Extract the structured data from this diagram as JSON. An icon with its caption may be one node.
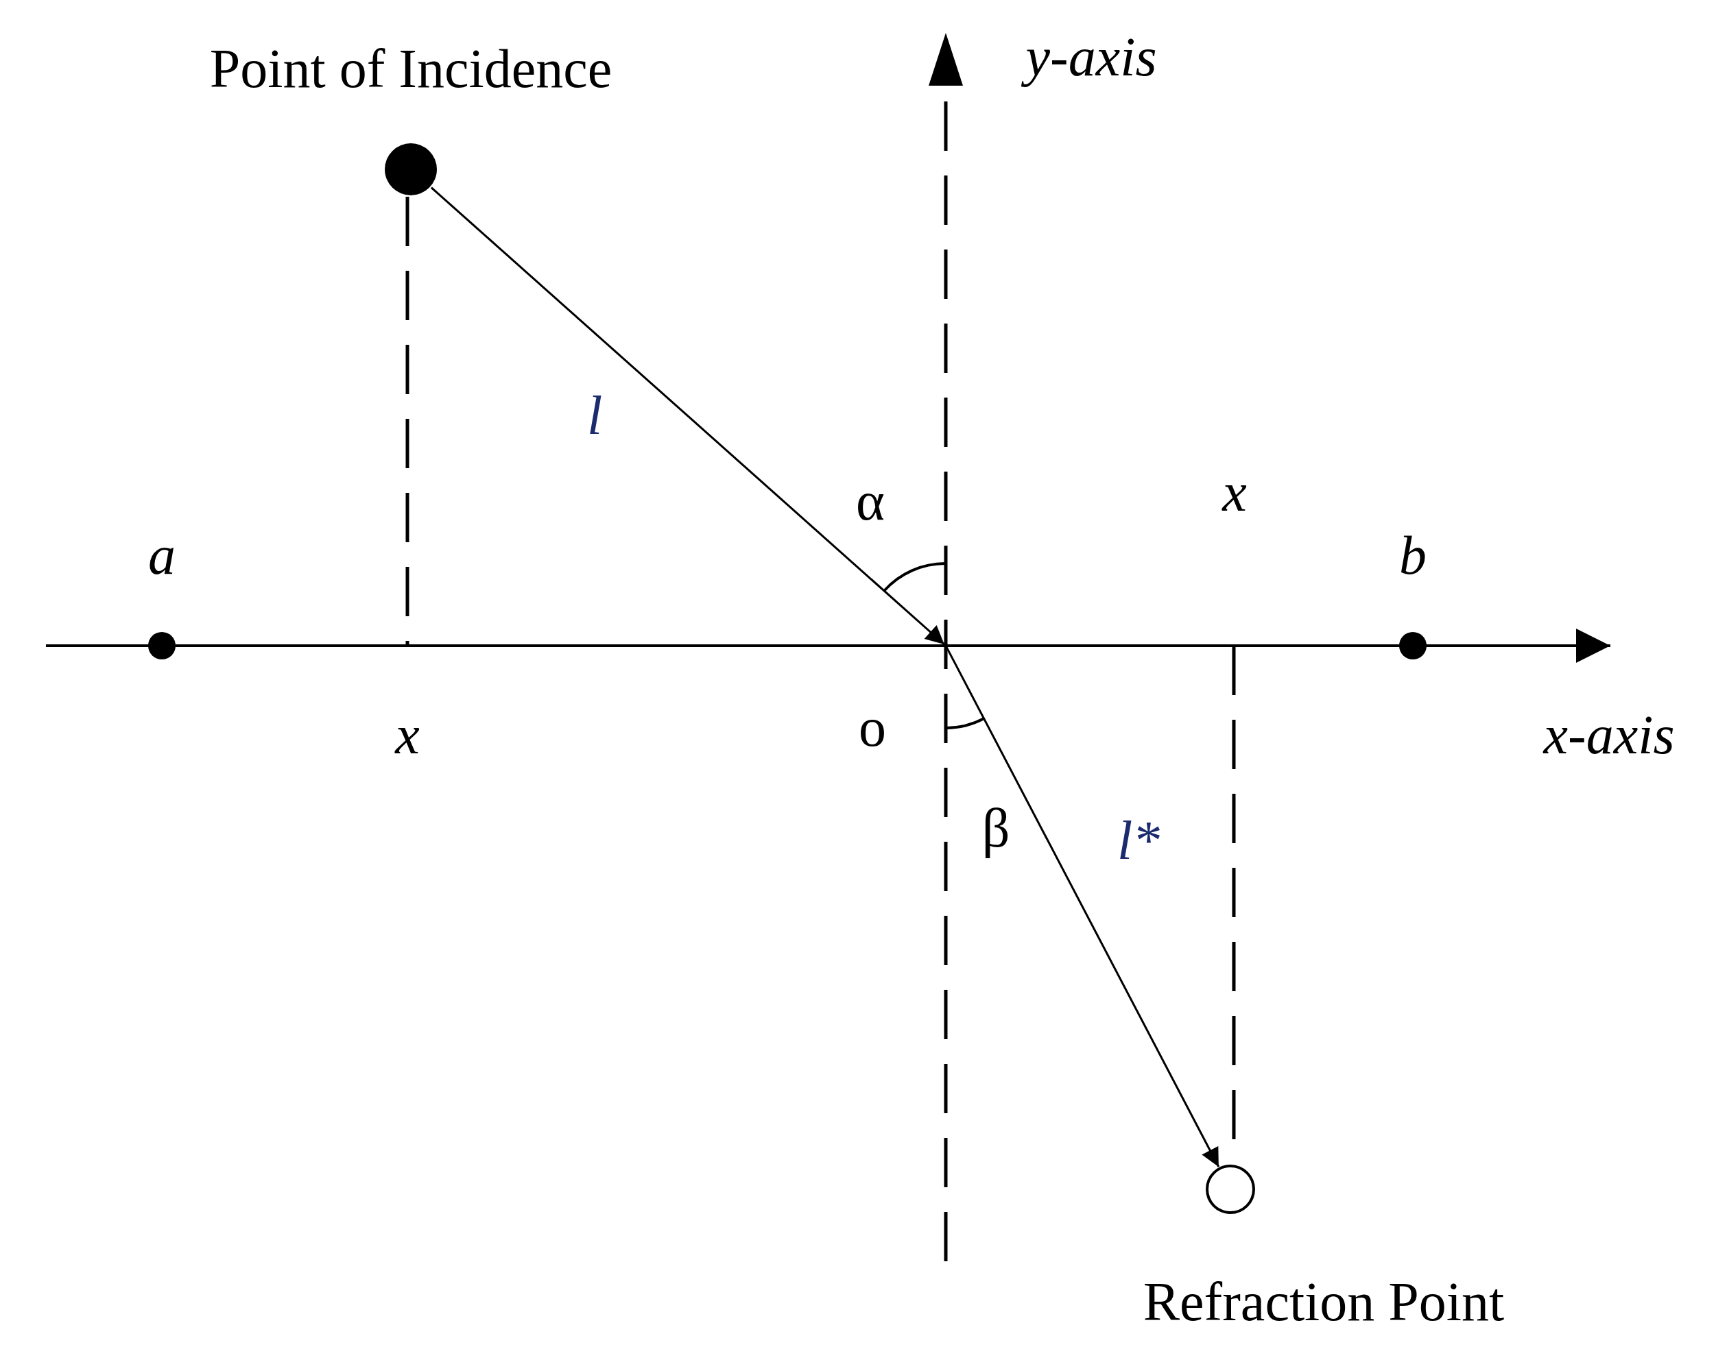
{
  "diagram": {
    "nodes": [
      {
        "text": [
          "Point of Incidence"
        ]
      },
      {
        "text": [
          "o"
        ]
      },
      {
        "text": [
          "Refraction Point"
        ]
      },
      {
        "text": [
          "a"
        ]
      },
      {
        "text": [
          "b"
        ]
      }
    ],
    "edges": [
      {
        "from": 0,
        "to": 1,
        "arrow": "to",
        "label": "l"
      },
      {
        "from": 1,
        "to": 2,
        "arrow": "to",
        "label": "l*"
      }
    ],
    "labels": [
      "y-axis",
      "α",
      "x",
      "x",
      "x-axis",
      "β"
    ]
  }
}
